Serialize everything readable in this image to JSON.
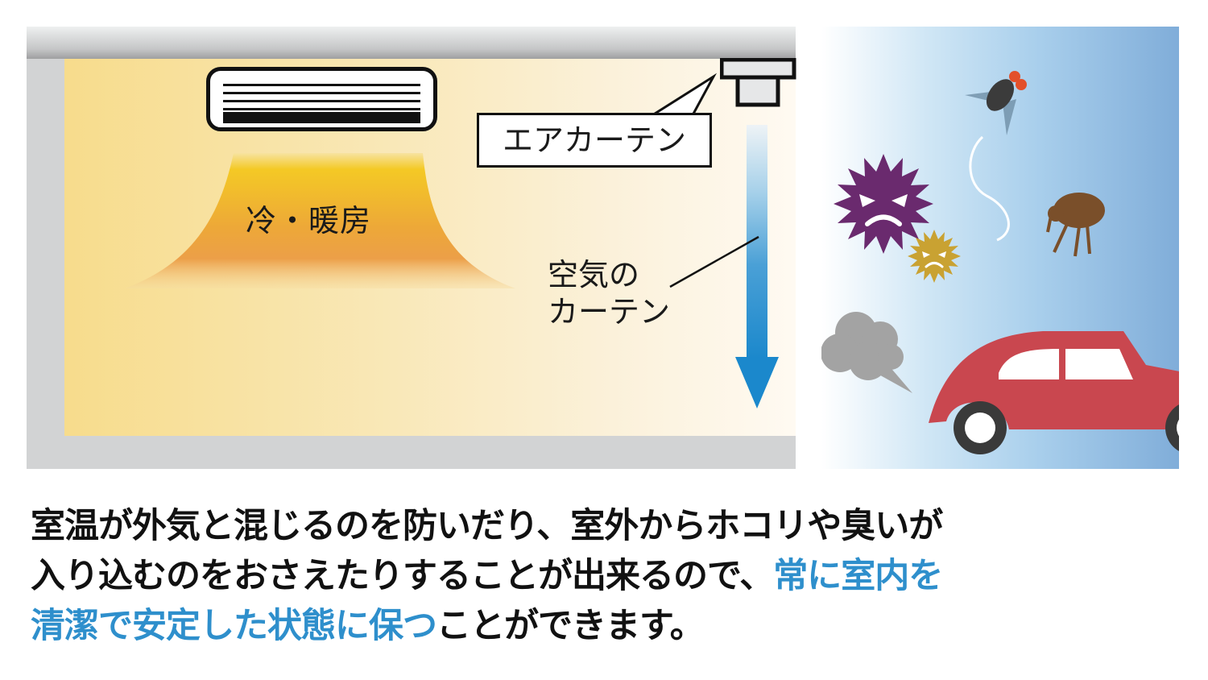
{
  "diagram": {
    "indoor": {
      "heating_cooling_label": "冷・暖房",
      "air_curtain_device_label": "エアカーテン",
      "air_curtain_flow_label_line1": "空気の",
      "air_curtain_flow_label_line2": "カーテン"
    },
    "outdoor": {
      "icons": [
        "fly-icon",
        "germ-icon",
        "small-germ-icon",
        "flea-icon",
        "exhaust-smoke-icon",
        "car-icon"
      ]
    },
    "colors": {
      "ceiling": "#b8b9ba",
      "wall": "#d2d3d4",
      "room_warm": "#f7dc8c",
      "airflow_orange": "#eca23c",
      "air_arrow_blue": "#2a8fd0",
      "sky_blue": "#80add9",
      "germ_purple": "#6a2a6e",
      "germ_gold": "#c9a232",
      "flea_brown": "#7a4f2a",
      "car_red": "#c9474f",
      "smoke_gray": "#a3a3a3",
      "highlight_blue": "#2e8fcc"
    }
  },
  "caption": {
    "line1": "室温が外気と混じるのを防いだり、室外からホコリや臭いが",
    "line2_plain": "入り込むのをおさえたりすることが出来るので、",
    "line2_highlight": "常に室内を",
    "line3_highlight": "清潔で安定した状態に保つ",
    "line3_plain": "ことができます。"
  }
}
